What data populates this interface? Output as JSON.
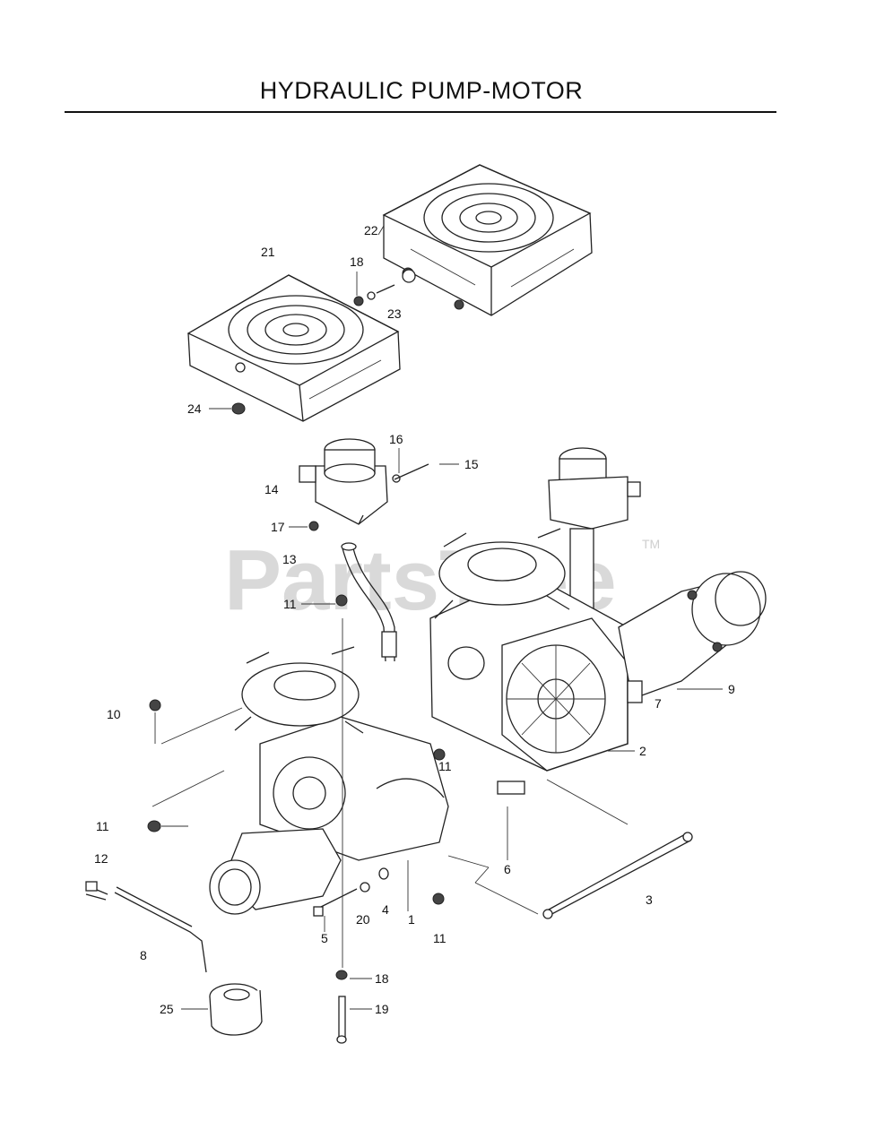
{
  "title": "HYDRAULIC PUMP-MOTOR",
  "watermark": {
    "text": "PartsTree",
    "tm": "TM"
  },
  "callouts": [
    {
      "label": "1"
    },
    {
      "label": "2"
    },
    {
      "label": "3"
    },
    {
      "label": "4"
    },
    {
      "label": "5"
    },
    {
      "label": "6"
    },
    {
      "label": "7"
    },
    {
      "label": "8"
    },
    {
      "label": "9"
    },
    {
      "label": "10"
    },
    {
      "label": "11"
    },
    {
      "label": "11"
    },
    {
      "label": "11"
    },
    {
      "label": "11"
    },
    {
      "label": "12"
    },
    {
      "label": "13"
    },
    {
      "label": "14"
    },
    {
      "label": "15"
    },
    {
      "label": "16"
    },
    {
      "label": "17"
    },
    {
      "label": "18"
    },
    {
      "label": "18"
    },
    {
      "label": "19"
    },
    {
      "label": "20"
    },
    {
      "label": "21"
    },
    {
      "label": "22"
    },
    {
      "label": "23"
    },
    {
      "label": "24"
    },
    {
      "label": "25"
    }
  ]
}
